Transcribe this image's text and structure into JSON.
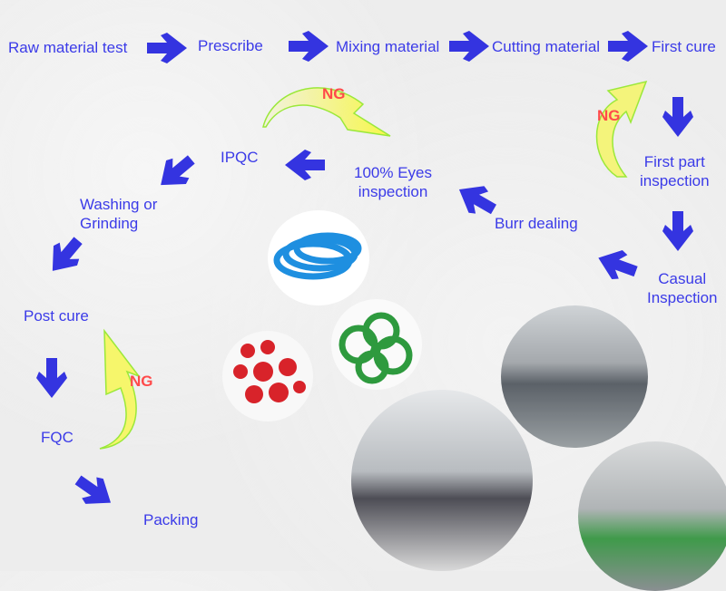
{
  "steps": {
    "raw": "Raw material test",
    "prescribe": "Prescribe",
    "mixing": "Mixing material",
    "cutting": "Cutting material",
    "first_cure": "First cure",
    "first_part": "First part\ninspection",
    "casual": "Casual\nInspection",
    "burr": "Burr dealing",
    "eyes": "100% Eyes\ninspection",
    "ipqc": "IPQC",
    "washing": "Washing or\nGrinding",
    "post_cure": "Post cure",
    "fqc": "FQC",
    "packing": "Packing"
  },
  "ng_label": "NG",
  "colors": {
    "text": "#3b3be8",
    "arrow": "#3434e0",
    "ng": "#ff4a4a",
    "ng_arrow": "#f7f74a"
  }
}
